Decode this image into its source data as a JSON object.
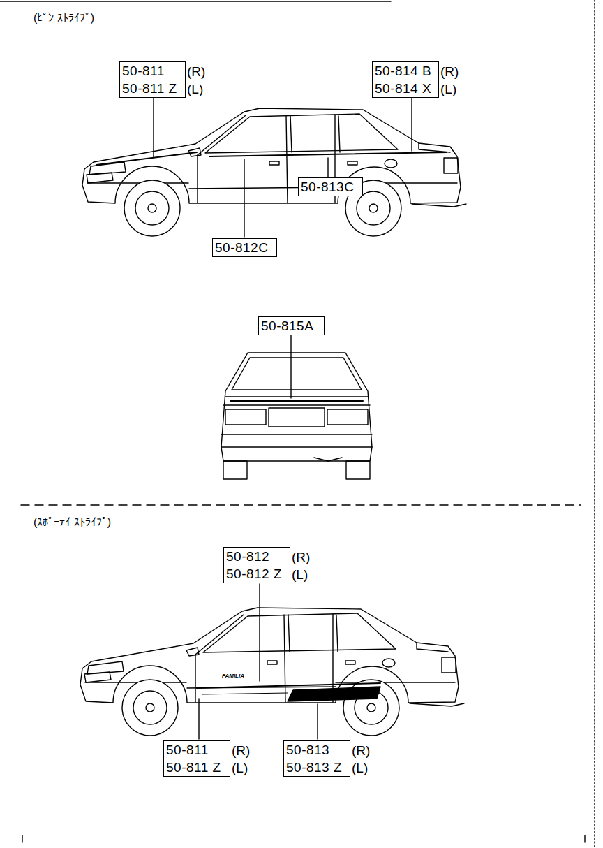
{
  "diagram": {
    "title": "(ﾋﾟﾝ ｽﾄﾗｲﾌﾟ)",
    "nodes": [
      {
        "text": [
          "50-811",
          "50-811 Z"
        ]
      },
      {
        "text": [
          "50-814 B",
          "50-814 X"
        ]
      },
      {
        "text": [
          "50-812C"
        ]
      },
      {
        "text": [
          "50-813C"
        ]
      },
      {
        "text": [
          "50-815A"
        ]
      },
      {
        "text": [
          "50-812",
          "50-812 Z"
        ]
      },
      {
        "text": [
          "50-811",
          "50-811 Z"
        ]
      },
      {
        "text": [
          "50-813",
          "50-813 Z"
        ]
      }
    ],
    "labels": [
      "(R)",
      "(L)",
      "(R)",
      "(L)",
      "(R)",
      "(L)",
      "(R)",
      "(L)",
      "(R)",
      "(L)",
      "(ｽﾎﾟｰﾃｲ ｽﾄﾗｲﾌﾟ)",
      "FAMILIA"
    ]
  }
}
